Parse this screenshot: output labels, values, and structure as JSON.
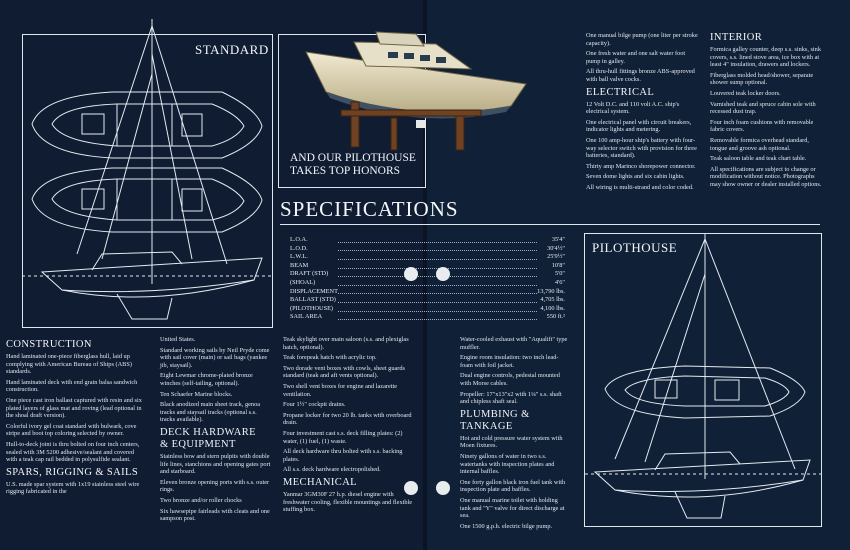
{
  "left_page": {
    "standard_label": "STANDARD",
    "pilothouse_caption_line1": "AND OUR PILOTHOUSE",
    "pilothouse_caption_line2": "TAKES TOP HONORS",
    "specifications_title": "SPECIFICATIONS",
    "construction": {
      "heading": "CONSTRUCTION",
      "paragraphs": [
        "Hand laminated one-piece fiberglass hull, laid up complying with American Bureau of Ships (ABS) standards.",
        "Hand laminated deck with end grain balsa sandwich construction.",
        "One piece cast iron ballast captured with resin and six plated layers of glass mat and roving (lead optional in the shoal draft version).",
        "Colorful ivory gel coat standard with bulwark, cove stripe and boot top coloring selected by owner.",
        "Hull-to-deck joint is thru bolted on four inch centers, sealed with 3M 5200 adhesive/sealant and covered with a teak cap rail bedded in polysulfide sealant."
      ]
    },
    "spars": {
      "heading": "SPARS, RIGGING & SAILS",
      "paragraph": "U.S. made spar system with 1x19 stainless steel wire rigging fabricated in the"
    },
    "col2": {
      "paragraphs": [
        "United States.",
        "Standard working sails by Neil Pryde come with sail cover (main) or sail bags (yankee jib, staysail).",
        "Eight Lewmar chrome-plated bronze winches (self-tailing, optional).",
        "Ten Schaefer Marine blocks.",
        "Black anodized main sheet track, genoa tracks and staysail tracks (optional s.s. tracks available)."
      ],
      "deck_heading_line1": "DECK HARDWARE",
      "deck_heading_line2": "& EQUIPMENT",
      "deck_paragraphs": [
        "Stainless bow and stern pulpits with double life lines, stanchions and opening gates port and starboard.",
        "Eleven bronze opening ports with s.s. outer rings.",
        "Two bronze and/or roller chocks",
        "Six hawsepipe fairleads with cleats and one sampson post."
      ]
    }
  },
  "specs_table": [
    {
      "label": "L.O.A.",
      "value": "35'4\""
    },
    {
      "label": "L.O.D.",
      "value": "30'4½\""
    },
    {
      "label": "L.W.L.",
      "value": "25'9½\""
    },
    {
      "label": "BEAM",
      "value": "10'8\""
    },
    {
      "label": "DRAFT (STD)",
      "value": "5'0\""
    },
    {
      "label": "(SHOAL)",
      "value": "4'6\""
    },
    {
      "label": "DISPLACEMENT",
      "value": "13,790 lbs."
    },
    {
      "label": "BALLAST (STD)",
      "value": "4,705 lbs."
    },
    {
      "label": "(PILOTHOUSE)",
      "value": "4,100 lbs."
    },
    {
      "label": "SAIL AREA",
      "value": "550 ft.²"
    }
  ],
  "col3": {
    "paragraphs": [
      "Teak skylight over main saloon (s.s. and plexiglas hatch, optional).",
      "Teak forepeak hatch with acrylic top.",
      "Two dorade vent boxes with cowls, sheet guards standard (teak and aft vents optional).",
      "Two shell vent boxes for engine and lazarette ventilation.",
      "Four 1½\" cockpit drains.",
      "Propane locker for two 20 lb. tanks with overboard drain.",
      "Four investment cast s.s. deck filling plates: (2) water, (1) fuel, (1) waste.",
      "All deck hardware thru bolted with s.s. backing plates.",
      "All s.s. deck hardware electropolished."
    ],
    "mechanical_heading": "MECHANICAL",
    "mechanical_paragraph": "Yanmar 3GM30F 27 h.p. diesel engine with freshwater cooling, flexible mountings and flexible stuffing box."
  },
  "col4": {
    "paragraphs": [
      "Water-cooled exhaust with \"Aqualift\" type muffler.",
      "Engine room insulation: two inch lead-foam with foil jacket.",
      "Dual engine controls, pedestal mounted with Morse cables.",
      "Propeller: 17\"x13\"x2 with 1¼\" s.s. shaft and chipless shaft seal."
    ],
    "plumbing_heading": "PLUMBING & TANKAGE",
    "plumbing_paragraphs": [
      "Hot and cold pressure water system with Moen fixtures.",
      "Ninety gallons of water in two s.s. watertanks with inspection plates and internal baffles.",
      "One forty gallon black iron fuel tank with inspection plate and baffles.",
      "One manual marine toilet with holding tank and \"Y\" valve for direct discharge at sea.",
      "One 1500 g.p.h. electric bilge pump."
    ]
  },
  "right_top": {
    "col_a": [
      "One manual bilge pump (one liter per stroke capacity).",
      "One fresh water and one salt water foot pump in galley.",
      "All thru-hull fittings bronze ABS-approved with ball valve cocks."
    ],
    "electrical_heading": "ELECTRICAL",
    "electrical_paragraphs": [
      "12 Volt D.C. and 110 volt A.C. ship's electrical system.",
      "One electrical panel with circuit breakers, indicator lights and metering.",
      "One 100 amp-hour ship's battery with four-way selector switch with provision for three batteries, standard).",
      "Thirty amp Marinco shorepower connector.",
      "Seven dome lights and six cabin lights.",
      "All wiring is multi-strand and color coded."
    ],
    "interior_heading": "INTERIOR",
    "interior_paragraphs": [
      "Formica galley counter, deep s.s. sinks, sink covers, s.s. lined stove area, ice box with at least 4\" insulation, drawers and lockers.",
      "Fiberglass molded head/shower, separate shower sump optional.",
      "Louvered teak locker doors.",
      "Varnished teak and spruce cabin sole with recessed dust trap.",
      "Four inch foam cushions with removable fabric covers.",
      "Removable formica overhead standard, tongue and groove ash optional.",
      "Teak saloon table and teak chart table.",
      "All specifications are subject to change or modification without notice. Photographs may show owner or dealer installed options."
    ]
  },
  "pilothouse_label": "PILOTHOUSE",
  "colors": {
    "background": "#0f1c31",
    "line": "#dfe6ee",
    "text": "#e9eef5",
    "hull": "#e9e2c8",
    "wood": "#7a4a24"
  }
}
